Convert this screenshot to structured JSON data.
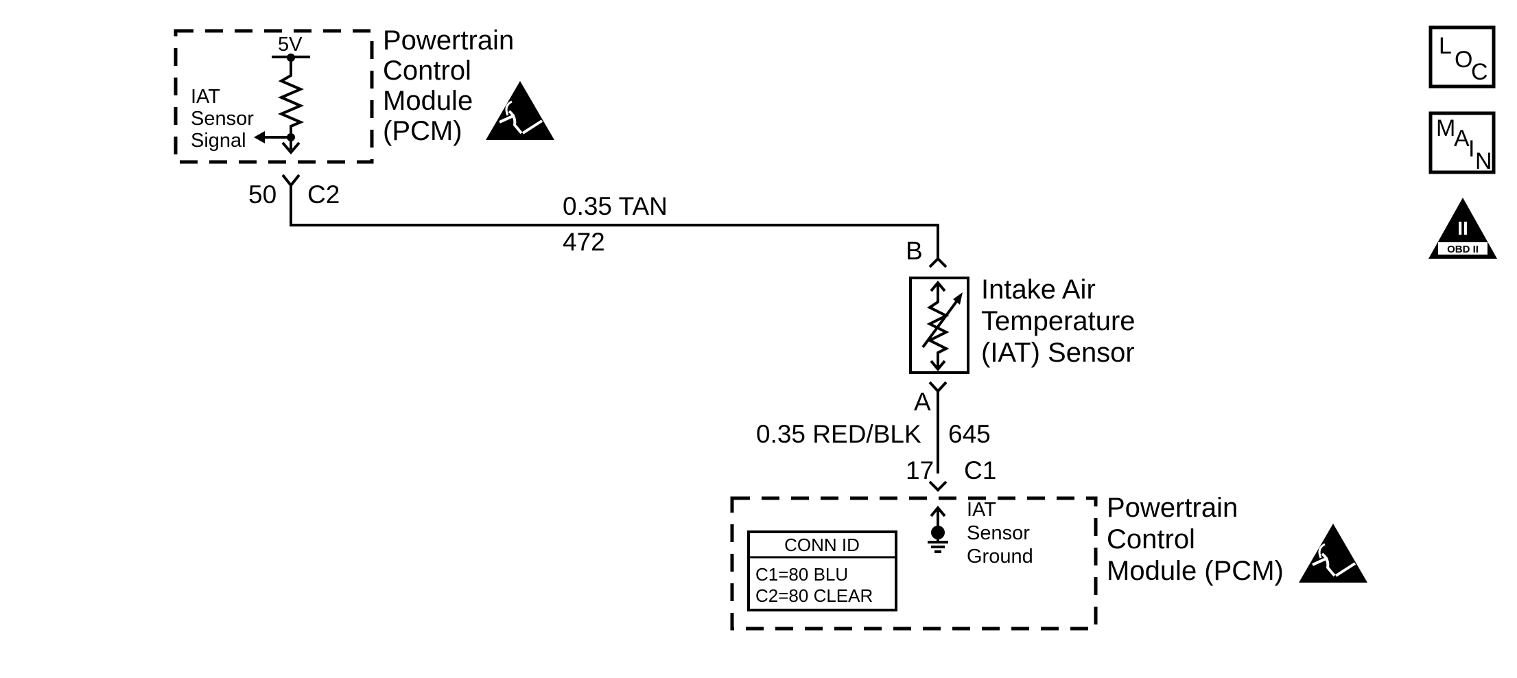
{
  "pcm_top": {
    "title_lines": [
      "Powertrain",
      "Control",
      "Module",
      "(PCM)"
    ],
    "voltage": "5V",
    "signal_label_lines": [
      "IAT",
      "Sensor",
      "Signal"
    ],
    "pin": "50",
    "connector": "C2"
  },
  "wire_signal": {
    "gauge_color": "0.35 TAN",
    "circuit": "472"
  },
  "sensor": {
    "terminal_top": "B",
    "terminal_bottom": "A",
    "name_lines": [
      "Intake Air",
      "Temperature",
      "(IAT) Sensor"
    ]
  },
  "wire_ground": {
    "gauge_color": "0.35 RED/BLK",
    "circuit": "645"
  },
  "pcm_bottom": {
    "pin": "17",
    "connector": "C1",
    "ground_label_lines": [
      "IAT",
      "Sensor",
      "Ground"
    ],
    "title_lines": [
      "Powertrain",
      "Control",
      "Module (PCM)"
    ],
    "conn_id": {
      "header": "CONN ID",
      "rows": [
        "C1=80 BLU",
        "C2=80 CLEAR"
      ]
    }
  },
  "side_icons": {
    "loc": [
      "L",
      "O",
      "C"
    ],
    "main": [
      "M",
      "A",
      "I",
      "N"
    ],
    "obd_numeral": "II",
    "obd_label": "OBD II"
  }
}
